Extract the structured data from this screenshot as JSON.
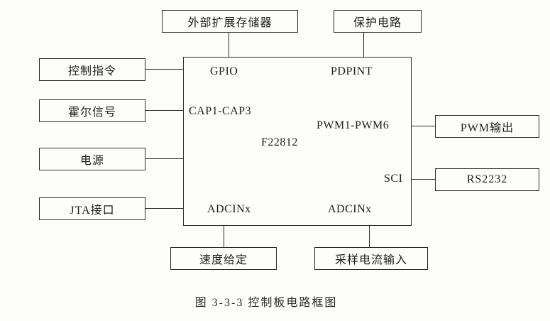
{
  "diagram": {
    "caption": "图 3-3-3  控制板电路框图",
    "chip": {
      "label": "F22812",
      "ports": {
        "gpio": "GPIO",
        "pdpint": "PDPINT",
        "cap": "CAP1-CAP3",
        "pwm": "PWM1-PWM6",
        "sci": "SCI",
        "adcin_left": "ADCINx",
        "adcin_right": "ADCINx"
      }
    },
    "top_boxes": [
      {
        "label": "外部扩展存储器"
      },
      {
        "label": "保护电路"
      }
    ],
    "left_boxes": [
      {
        "label": "控制指令"
      },
      {
        "label": "霍尔信号"
      },
      {
        "label": "电源"
      },
      {
        "label": "JTA接口"
      }
    ],
    "right_boxes": [
      {
        "label": "PWM输出"
      },
      {
        "label": "RS2232"
      }
    ],
    "bottom_boxes": [
      {
        "label": "速度给定"
      },
      {
        "label": "采样电流输入"
      }
    ]
  }
}
